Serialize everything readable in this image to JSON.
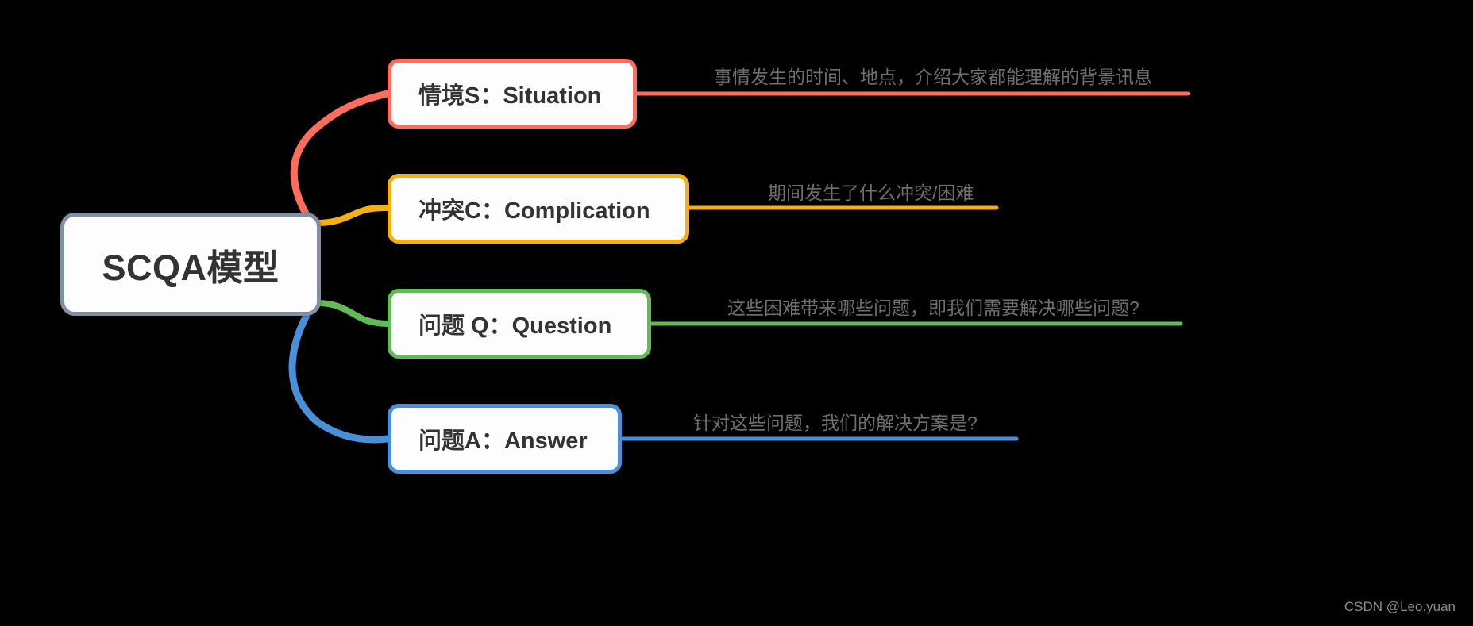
{
  "diagram": {
    "title": "SCQA模型",
    "type": "mind-map",
    "background_color": "#000000",
    "root": {
      "label": "SCQA模型",
      "border_color": "#808fa4",
      "fill_color": "#fdfdfd"
    },
    "branches": [
      {
        "id": "situation",
        "label": "情境S：Situation",
        "caption": "事情发生的时间、地点，介绍大家都能理解的背景讯息",
        "color": "#fc6d5d"
      },
      {
        "id": "complication",
        "label": "冲突C：Complication",
        "caption": "期间发生了什么冲突/困难",
        "color": "#f5b014"
      },
      {
        "id": "question",
        "label": "问题 Q：Question",
        "caption": "这些困难带来哪些问题，即我们需要解决哪些问题?",
        "color": "#62bc55"
      },
      {
        "id": "answer",
        "label": "问题A：Answer",
        "caption": "针对这些问题，我们的解决方案是?",
        "color": "#4a90d9"
      }
    ]
  },
  "watermark": {
    "text": "CSDN @Leo.yuan"
  }
}
